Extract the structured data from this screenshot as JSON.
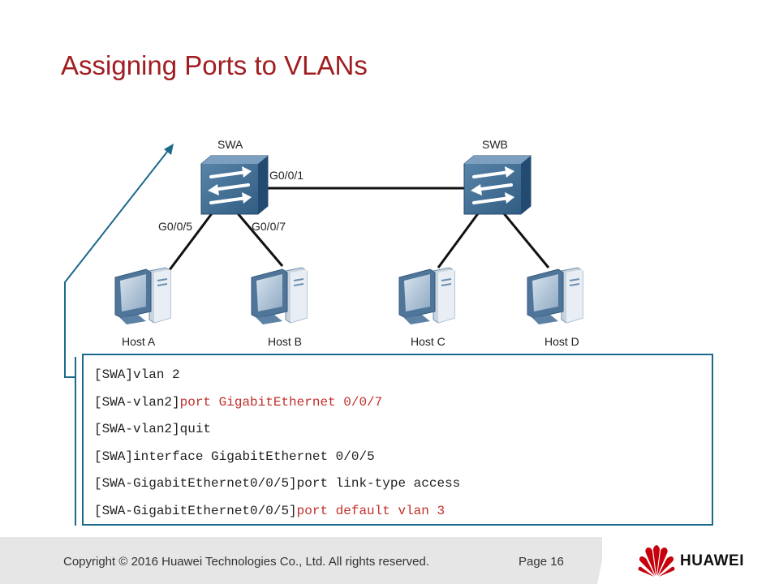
{
  "slide": {
    "title": "Assigning Ports to VLANs"
  },
  "diagram": {
    "switches": [
      {
        "id": "swa",
        "label": "SWA"
      },
      {
        "id": "swb",
        "label": "SWB"
      }
    ],
    "port_labels": {
      "trunk": "G0/0/1",
      "host_a_port": "G0/0/5",
      "host_b_port": "G0/0/7"
    },
    "hosts": [
      {
        "id": "host-a",
        "label": "Host A"
      },
      {
        "id": "host-b",
        "label": "Host B"
      },
      {
        "id": "host-c",
        "label": "Host C"
      },
      {
        "id": "host-d",
        "label": "Host D"
      }
    ],
    "colors": {
      "switch_fill": "#3f6d95",
      "host_fill": "#6b8fb0",
      "link": "#111111",
      "callout": "#1b6a8c"
    }
  },
  "commands": [
    {
      "prompt": "[SWA]",
      "text": "vlan 2",
      "highlight": false
    },
    {
      "prompt": "[SWA-vlan2]",
      "text": "port GigabitEthernet 0/0/7",
      "highlight": true
    },
    {
      "prompt": "[SWA-vlan2]",
      "text": "quit",
      "highlight": false
    },
    {
      "prompt": "[SWA]",
      "text": "interface GigabitEthernet 0/0/5",
      "highlight": false
    },
    {
      "prompt": "[SWA-GigabitEthernet0/0/5]",
      "text": "port link-type access",
      "highlight": false
    },
    {
      "prompt": "[SWA-GigabitEthernet0/0/5]",
      "text": "port default vlan 3",
      "highlight": true
    }
  ],
  "footer": {
    "copyright": "Copyright © 2016 Huawei Technologies Co., Ltd. All rights reserved.",
    "page": "Page 16",
    "brand": "HUAWEI",
    "brand_color": "#c7000b"
  }
}
